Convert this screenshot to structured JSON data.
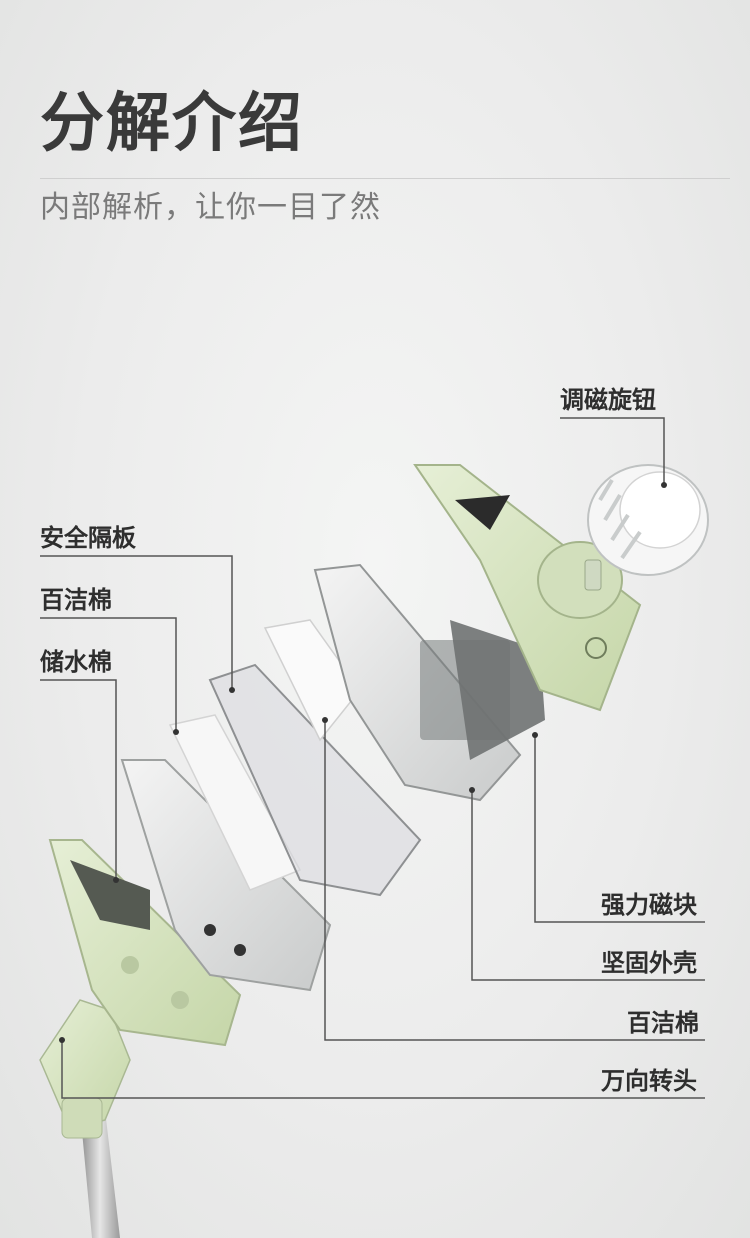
{
  "header": {
    "title": "分解介绍",
    "subtitle": "内部解析，让你一目了然"
  },
  "labels": {
    "knob": "调磁旋钮",
    "safety_board": "安全隔板",
    "clean_cotton_left": "百洁棉",
    "water_cotton": "储水棉",
    "magnet": "强力磁块",
    "shell": "坚固外壳",
    "clean_cotton_right": "百洁棉",
    "swivel_head": "万向转头"
  },
  "colors": {
    "shell_green": "#d9e6c4",
    "accent_dark": "#2b2b2b",
    "label_text": "#2e2e2e"
  }
}
